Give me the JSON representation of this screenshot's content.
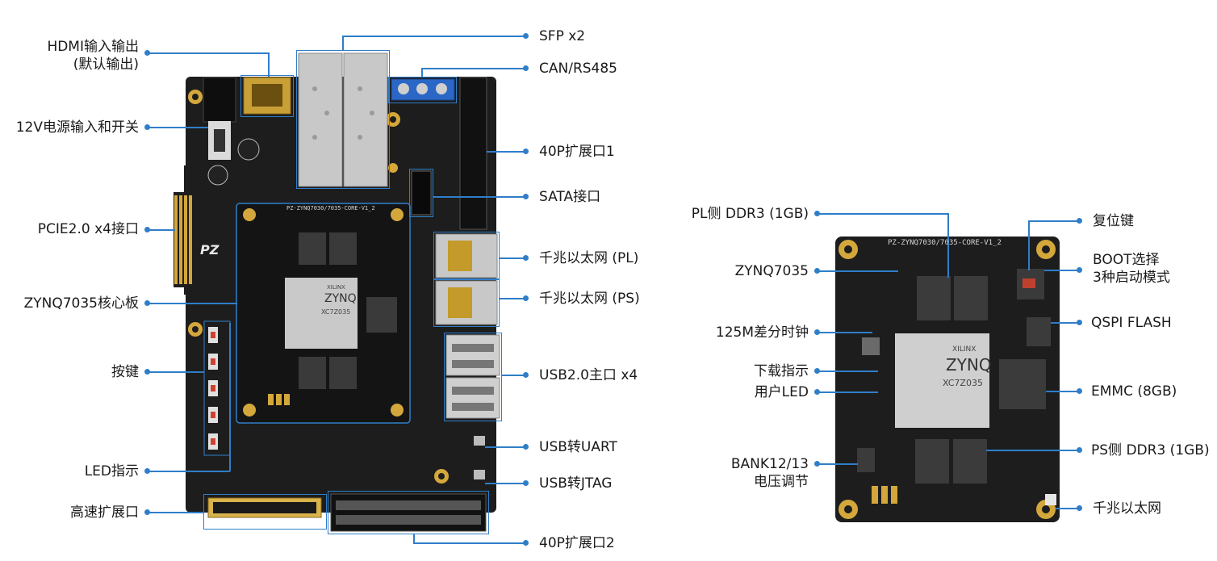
{
  "colors": {
    "accent": "#2f7ec9",
    "pcb": "#1d1d1d",
    "gold": "#d4a73c"
  },
  "left_labels": {
    "hdmi_line1": "HDMI输入输出",
    "hdmi_line2": "(默认输出)",
    "power": "12V电源输入和开关",
    "pcie": "PCIE2.0 x4接口",
    "core_board": "ZYNQ7035核心板",
    "buttons": "按键",
    "led": "LED指示",
    "high_speed": "高速扩展口"
  },
  "right_labels": {
    "sfp": "SFP x2",
    "can": "CAN/RS485",
    "ext40_1": "40P扩展口1",
    "sata": "SATA接口",
    "eth_pl": "千兆以太网 (PL)",
    "eth_ps": "千兆以太网 (PS)",
    "usb_host": "USB2.0主口 x4",
    "usb_uart": "USB转UART",
    "usb_jtag": "USB转JTAG",
    "ext40_2": "40P扩展口2"
  },
  "core_left_labels": {
    "pl_ddr": "PL侧 DDR3 (1GB)",
    "zynq": "ZYNQ7035",
    "clock": "125M差分时钟",
    "download": "下载指示",
    "user_led": "用户LED",
    "bank_line1": "BANK12/13",
    "bank_line2": "电压调节"
  },
  "core_right_labels": {
    "reset": "复位键",
    "boot_line1": "BOOT选择",
    "boot_line2": "3种启动模式",
    "qspi": "QSPI FLASH",
    "emmc": "EMMC (8GB)",
    "ps_ddr": "PS侧 DDR3 (1GB)",
    "eth": "千兆以太网"
  },
  "board_silk": {
    "main": "PZ-ZYNQ7030/7035-CORE-V1_2",
    "core": "PZ-ZYNQ7030/7035-CORE-V1_2",
    "chip_brand": "XILINX",
    "chip_name": "ZYNQ",
    "chip_part": "XC7Z035",
    "logo": "PZ"
  }
}
